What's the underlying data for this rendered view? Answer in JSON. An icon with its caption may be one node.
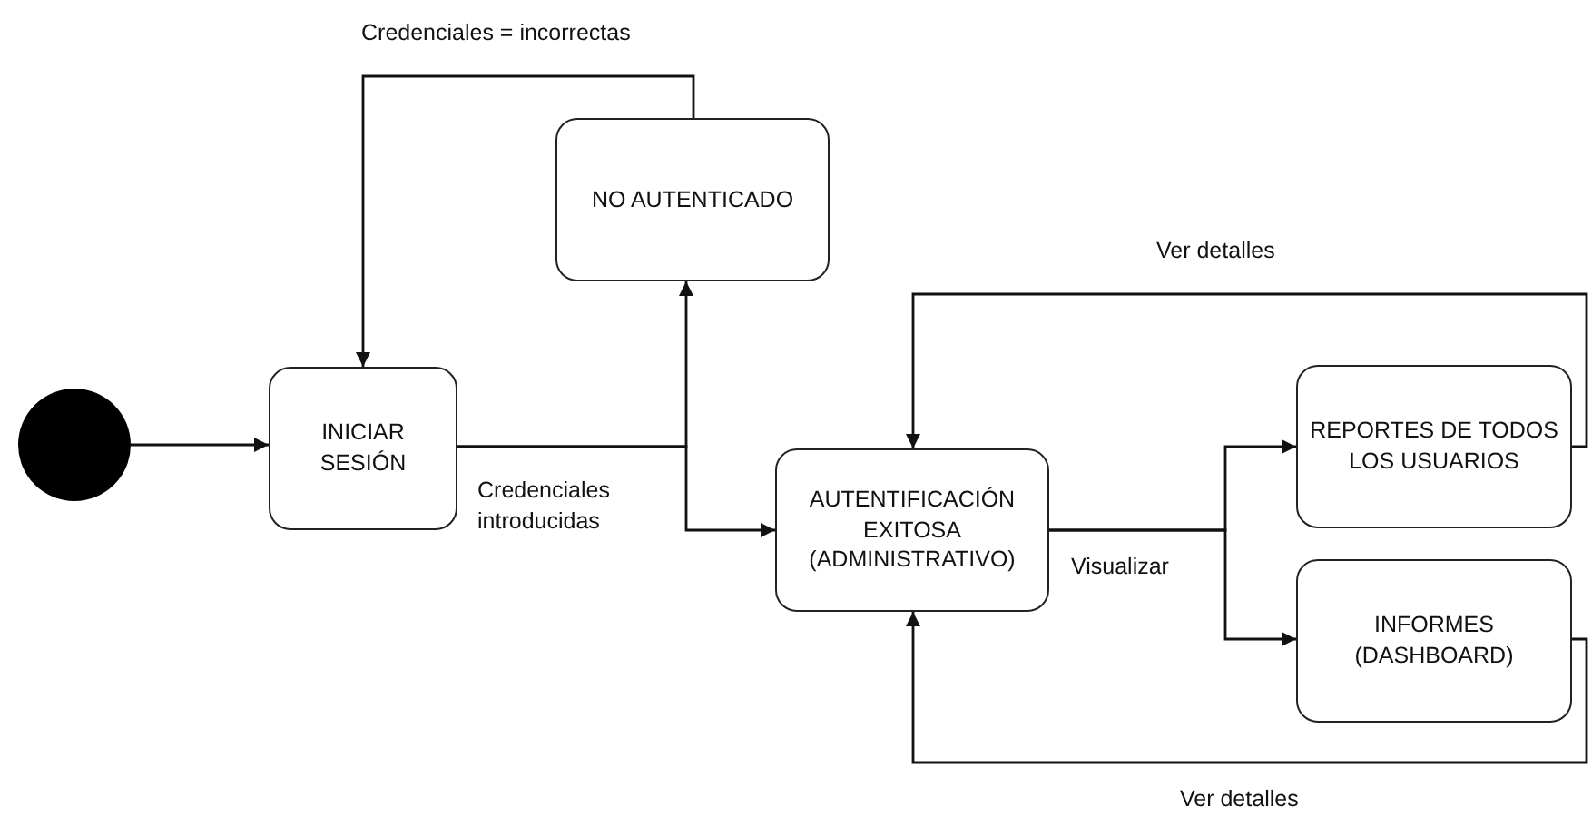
{
  "diagram": {
    "nodes": [
      {
        "text": [],
        "shape": "circle"
      },
      {
        "text": [
          "INICIAR SESIÓN"
        ]
      },
      {
        "text": [
          "NO AUTENTICADO"
        ]
      },
      {
        "text": [
          "AUTENTIFICACIÓN EXITOSA (ADMINISTRATIVO)"
        ]
      },
      {
        "text": [
          "REPORTES DE TODOS LOS USUARIOS"
        ]
      },
      {
        "text": [
          "INFORMES (DASHBOARD)"
        ]
      }
    ],
    "edges": [
      {
        "from": 0,
        "to": 1,
        "arrow": "to"
      },
      {
        "from": 1,
        "to": 2,
        "arrow": "to"
      },
      {
        "from": 1,
        "to": 3,
        "arrow": "to",
        "label": "Credenciales introducidas"
      },
      {
        "from": 2,
        "to": 1,
        "arrow": "to",
        "label": "Credenciales = incorrectas"
      },
      {
        "from": 3,
        "to": 4,
        "arrow": "to",
        "label": "Visualizar"
      },
      {
        "from": 3,
        "to": 5,
        "arrow": "to"
      },
      {
        "from": 4,
        "to": 3,
        "arrow": "to",
        "label": "Ver detalles"
      },
      {
        "from": 5,
        "to": 3,
        "arrow": "to",
        "label": "Ver detalles"
      }
    ]
  }
}
